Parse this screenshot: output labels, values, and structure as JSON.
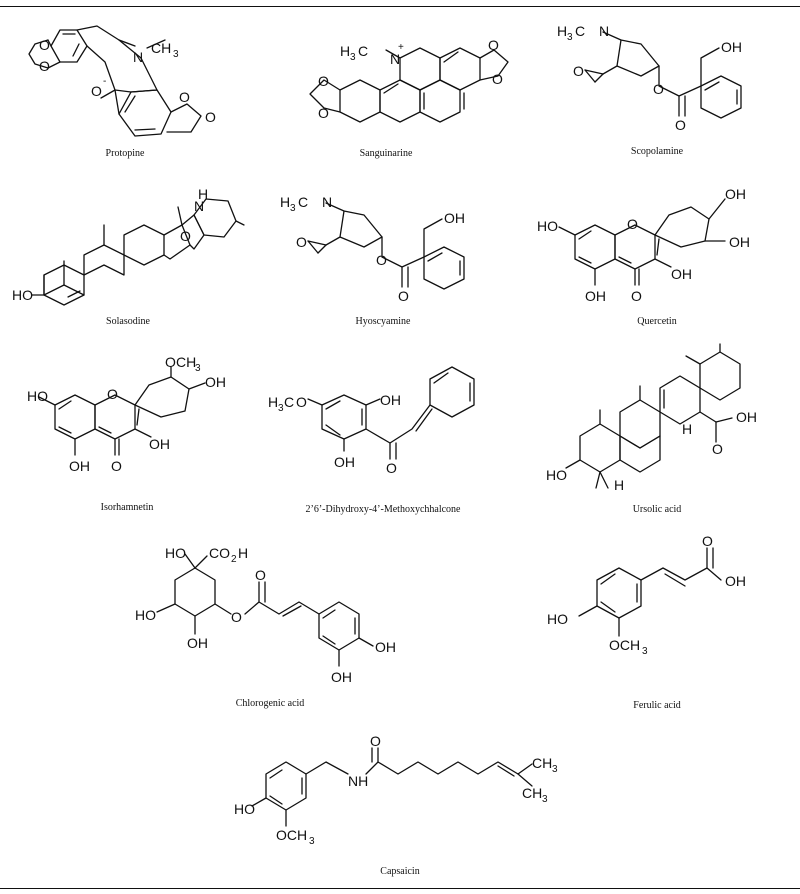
{
  "figure": {
    "compounds": [
      {
        "id": "protopine",
        "name": "Protopine"
      },
      {
        "id": "sanguinarine",
        "name": "Sanguinarine"
      },
      {
        "id": "scopolamine",
        "name": "Scopolamine"
      },
      {
        "id": "solasodine",
        "name": "Solasodine"
      },
      {
        "id": "hyoscyamine",
        "name": "Hyoscyamine"
      },
      {
        "id": "quercetin",
        "name": "Quercetin"
      },
      {
        "id": "isorhamnetin",
        "name": "Isorhamnetin"
      },
      {
        "id": "chalcone",
        "name": "2’6’-Dihydroxy-4’-Methoxychhalcone"
      },
      {
        "id": "ursolic",
        "name": "Ursolic acid"
      },
      {
        "id": "chlorogenic",
        "name": "Chlorogenic acid"
      },
      {
        "id": "ferulic",
        "name": "Ferulic acid"
      },
      {
        "id": "capsaicin",
        "name": "Capsaicin"
      }
    ],
    "atoms": {
      "o": "O",
      "oh": "OH",
      "ho": "HO",
      "n": "N",
      "nh": "NH",
      "h": "H",
      "h3c": "H",
      "c": "C",
      "ch": "CH",
      "three": "3",
      "two": "2",
      "plus": "+",
      "minus": "-",
      "co2h": "CO",
      "och": "OCH",
      "methyl_c": "CH"
    }
  }
}
